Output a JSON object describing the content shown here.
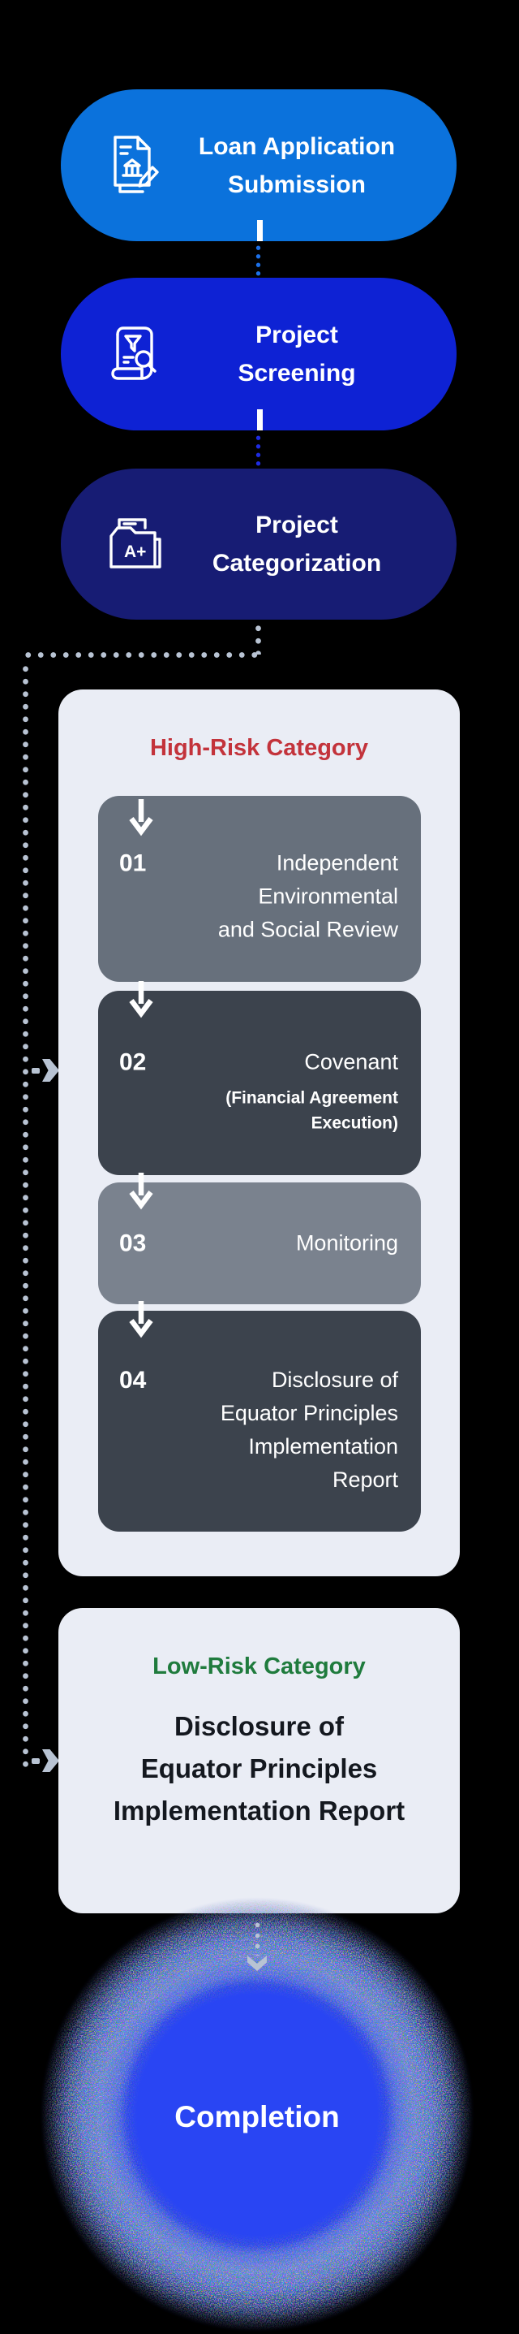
{
  "pills": [
    {
      "line1": "Loan Application",
      "line2": "Submission",
      "icon": "document-signature-icon",
      "bg": "background:#0b72dc"
    },
    {
      "line1": "Project",
      "line2": "Screening",
      "icon": "screening-funnel-scroll-icon",
      "bg": "background:#0e22d4"
    },
    {
      "line1": "Project",
      "line2": "Categorization",
      "icon": "category-folder-icon",
      "icon_badge": "A+",
      "bg": "background:#171c74"
    }
  ],
  "high_risk": {
    "title": "High-Risk Category",
    "title_style": "color:#c3333b",
    "steps": [
      {
        "number": "01",
        "lines": [
          "Independent",
          "Environmental",
          "and Social Review"
        ],
        "bg": "background:#67707c"
      },
      {
        "number": "02",
        "lines": [
          "Covenant"
        ],
        "sublines": [
          "(Financial Agreement",
          "Execution)"
        ],
        "bg": "background:#3c434d"
      },
      {
        "number": "03",
        "lines": [
          "Monitoring"
        ],
        "bg": "background:#7a828e"
      },
      {
        "number": "04",
        "lines": [
          "Disclosure of",
          "Equator Principles",
          "Implementation",
          "Report"
        ],
        "bg": "background:#3c434d"
      }
    ]
  },
  "low_risk": {
    "title": "Low-Risk Category",
    "title_style": "color:#1f7b3d",
    "lines": [
      "Disclosure of",
      "Equator Principles",
      "Implementation Report"
    ]
  },
  "completion": {
    "label": "Completion"
  },
  "colors": {
    "background": "#000000",
    "card_bg": "#eaedf5",
    "pill_1_blue": "#0b72dc",
    "pill_2_blue": "#0e22d4",
    "pill_3_navy": "#171c74",
    "connector_blue_1": "#1c70e8",
    "connector_blue_2": "#1e2ce2",
    "connector_light": "#b8c3d3",
    "high_risk_red": "#c3333b",
    "low_risk_green": "#1f7b3d",
    "step_gray_light": "#7a828e",
    "step_gray_mid": "#67707c",
    "step_gray_dark": "#3c434d",
    "completion_blue": "#2945f3"
  }
}
